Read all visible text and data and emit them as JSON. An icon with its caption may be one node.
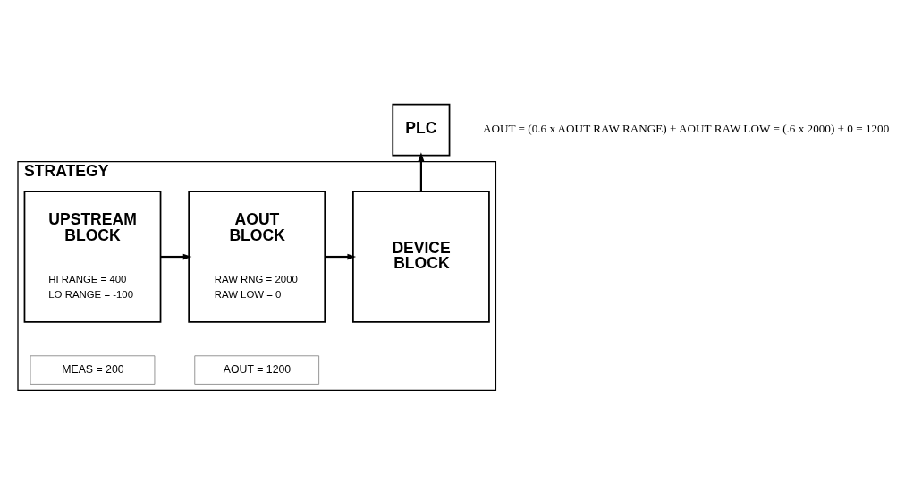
{
  "diagram": {
    "nodes": [
      {
        "text": [
          "STRATEGY"
        ]
      },
      {
        "text": [
          "UPSTREAM BLOCK",
          "HI RANGE = 400",
          "LO RANGE = -100"
        ],
        "in": 0
      },
      {
        "text": [
          "AOUT BLOCK",
          "RAW RNG = 2000",
          "RAW LOW = 0"
        ],
        "in": 0
      },
      {
        "text": [
          "DEVICE BLOCK"
        ],
        "in": 0
      },
      {
        "text": [
          "PLC"
        ]
      },
      {
        "text": [
          "MEAS = 200"
        ],
        "in": 0
      },
      {
        "text": [
          "AOUT = 1200"
        ],
        "in": 0
      }
    ],
    "edges": [
      {
        "from": 1,
        "to": 2,
        "arrow": "to"
      },
      {
        "from": 2,
        "to": 3,
        "arrow": "to"
      },
      {
        "from": 3,
        "to": 4,
        "arrow": "to"
      }
    ],
    "labels": [
      "AOUT = (0.6 x AOUT RAW RANGE) + AOUT RAW LOW = (.6 x 2000) + 0 = 1200"
    ]
  }
}
